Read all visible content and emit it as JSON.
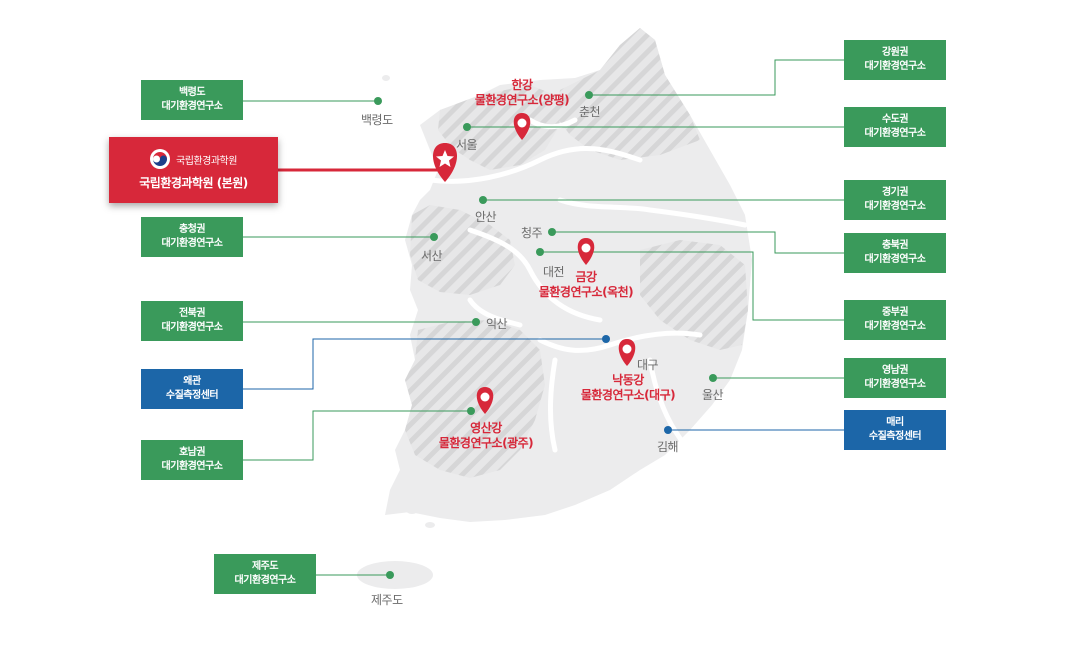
{
  "headquarters": {
    "logo_text": "국립환경과학원",
    "name": "국립환경과학원 (본원)"
  },
  "boxes": {
    "baengnyeong": [
      "백령도",
      "대기환경연구소"
    ],
    "chungcheong": [
      "충청권",
      "대기환경연구소"
    ],
    "jeonbuk": [
      "전북권",
      "대기환경연구소"
    ],
    "waegwan": [
      "왜관",
      "수질측정센터"
    ],
    "honam": [
      "호남권",
      "대기환경연구소"
    ],
    "jeju": [
      "제주도",
      "대기환경연구소"
    ],
    "gangwon": [
      "강원권",
      "대기환경연구소"
    ],
    "sudo": [
      "수도권",
      "대기환경연구소"
    ],
    "gyeonggi": [
      "경기권",
      "대기환경연구소"
    ],
    "chungbuk": [
      "충북권",
      "대기환경연구소"
    ],
    "jungbu": [
      "중부권",
      "대기환경연구소"
    ],
    "yeongnam": [
      "영남권",
      "대기환경연구소"
    ],
    "maeri": [
      "매리",
      "수질측정센터"
    ]
  },
  "cities": {
    "baengnyeong": "백령도",
    "seoul": "서울",
    "chuncheon": "춘천",
    "ansan": "안산",
    "seosan": "서산",
    "cheongju": "청주",
    "daejeon": "대전",
    "iksan": "익산",
    "daegu": "대구",
    "ulsan": "울산",
    "gimhae": "김해",
    "jeju": "제주도"
  },
  "river_institutes": {
    "hangang": [
      "한강",
      "물환경연구소(양평)"
    ],
    "geumgang": [
      "금강",
      "물환경연구소(옥천)"
    ],
    "nakdonggang": [
      "낙동강",
      "물환경연구소(대구)"
    ],
    "yeongsangang": [
      "영산강",
      "물환경연구소(광주)"
    ]
  },
  "colors": {
    "green": "#3a9a5b",
    "blue": "#1c66a8",
    "red": "#d7283a",
    "land": "#e9e9ea",
    "hatch": "#dcdcdd"
  }
}
